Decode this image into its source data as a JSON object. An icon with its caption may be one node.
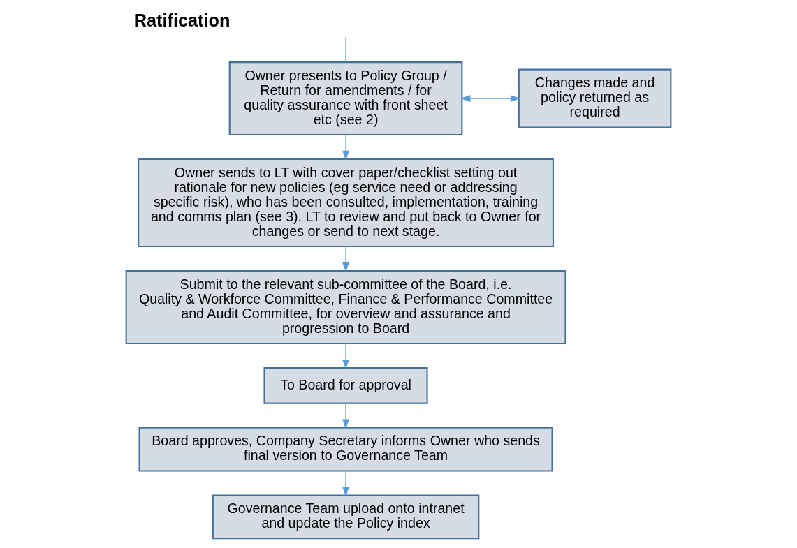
{
  "diagram": {
    "title": "Ratification",
    "nodes": [
      {
        "text": [
          "Owner presents to Policy Group / Return for amendments / for quality assurance with front sheet etc (see 2)"
        ]
      },
      {
        "text": [
          "Changes made and policy returned as required"
        ]
      },
      {
        "text": [
          "Owner sends to LT with cover paper/checklist setting out rationale for new policies (eg service need or addressing specific risk), who has been consulted, implementation, training and comms plan (see 3). LT to review and put back to Owner for changes or send to next stage."
        ]
      },
      {
        "text": [
          "Submit to the relevant sub-committee of the Board, i.e. Quality & Workforce Committee, Finance & Performance Committee and Audit Committee, for overview and assurance and progression to Board"
        ]
      },
      {
        "text": [
          "To Board for approval"
        ]
      },
      {
        "text": [
          "Board approves, Company Secretary informs Owner who sends final version to Governance Team"
        ]
      },
      {
        "text": [
          "Governance Team upload onto intranet and update the Policy index"
        ]
      }
    ],
    "edges": [
      {
        "from": null,
        "to": 0,
        "arrow": "none"
      },
      {
        "from": 0,
        "to": 1,
        "arrow": "both"
      },
      {
        "from": 0,
        "to": 2,
        "arrow": "to"
      },
      {
        "from": 2,
        "to": 3,
        "arrow": "to"
      },
      {
        "from": 3,
        "to": 4,
        "arrow": "to"
      },
      {
        "from": 4,
        "to": 5,
        "arrow": "to"
      },
      {
        "from": 5,
        "to": 6,
        "arrow": "to"
      }
    ]
  }
}
